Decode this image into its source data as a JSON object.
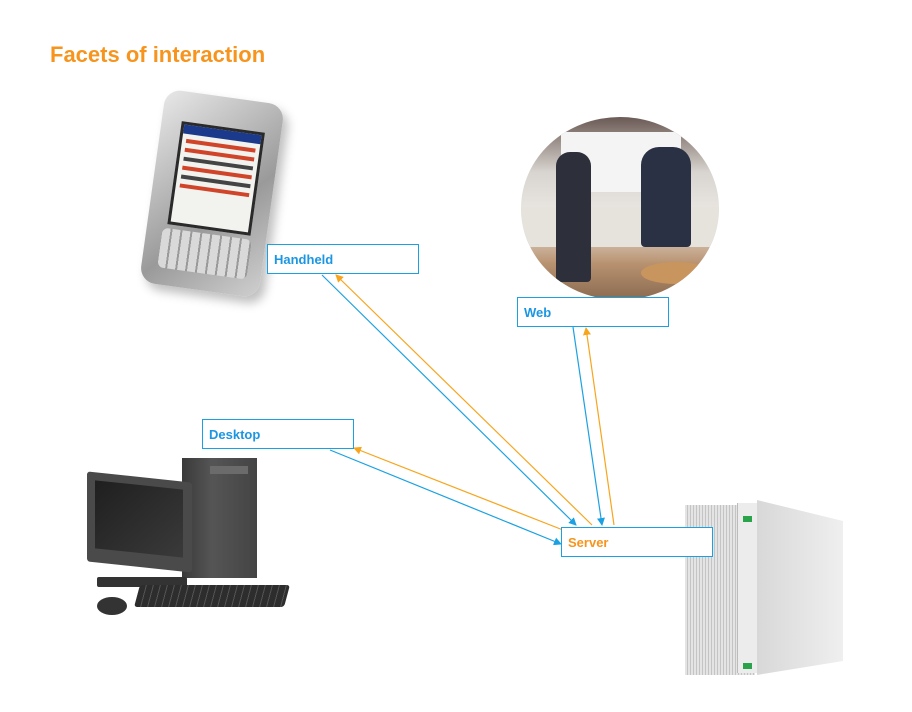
{
  "title": "Facets of interaction",
  "nodes": {
    "handheld": {
      "label": "Handheld"
    },
    "web": {
      "label": "Web"
    },
    "desktop": {
      "label": "Desktop"
    },
    "server": {
      "label": "Server"
    }
  },
  "colors": {
    "title": "#f7941d",
    "client_label": "#1b96e2",
    "server_label": "#f7941d",
    "box_border": "#1ba1e2",
    "request_arrow": "#1ba1e2",
    "response_arrow": "#f7a51d"
  },
  "illustrations": {
    "handheld": "pda-device-icon",
    "web": "web-cafe-photo",
    "desktop": "desktop-computer-icon",
    "server": "server-tower-icon"
  }
}
